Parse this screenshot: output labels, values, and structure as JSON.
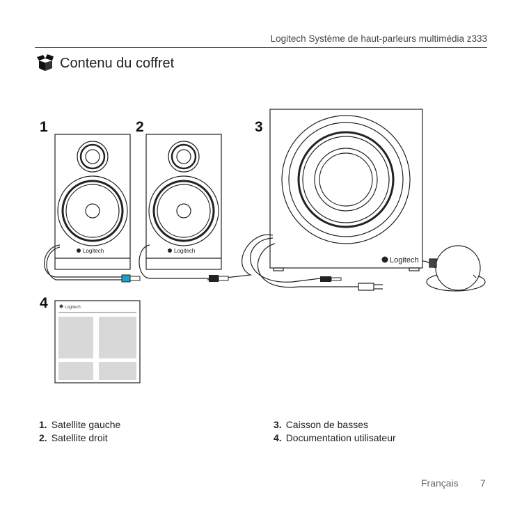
{
  "header": {
    "title": "Logitech Système de haut-parleurs multimédia z333"
  },
  "section": {
    "title": "Contenu du coffret",
    "icon": "open-box-icon"
  },
  "figure": {
    "callouts": [
      "1",
      "2",
      "3",
      "4"
    ],
    "brand_label": "Logitech"
  },
  "items": [
    {
      "num": "1.",
      "label": "Satellite gauche"
    },
    {
      "num": "2.",
      "label": "Satellite droit"
    },
    {
      "num": "3.",
      "label": "Caisson de basses"
    },
    {
      "num": "4.",
      "label": "Documentation utilisateur"
    }
  ],
  "footer": {
    "language": "Français",
    "page": "7"
  },
  "colors": {
    "cable_jack_accent": "#1aa3c9"
  }
}
